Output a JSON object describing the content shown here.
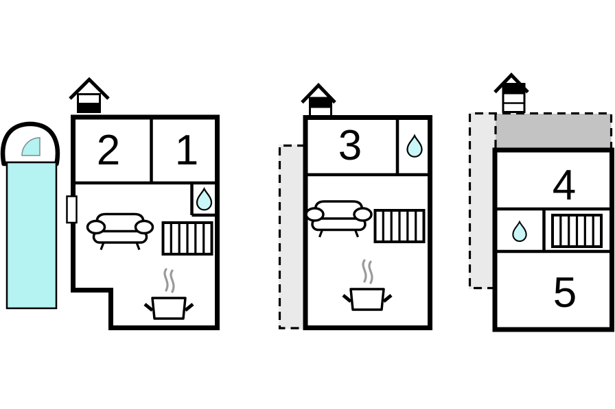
{
  "colors": {
    "background": "#ffffff",
    "wall": "#000000",
    "water": "#b5f2f2",
    "drop": "#c9f6f6",
    "terrace": "#eaeaea",
    "roof_strip": "#c3c3c3",
    "steam": "#9a9a9a"
  },
  "units": {
    "unit_a": {
      "room_2": "2",
      "room_1": "1"
    },
    "unit_b": {
      "room_3": "3"
    },
    "unit_c": {
      "room_4": "4",
      "room_5": "5"
    }
  },
  "icons": {
    "chimney": "chimney-icon",
    "water_drop": "water-drop-icon",
    "sofa": "sofa-icon",
    "stairs": "stairs-icon",
    "stove": "steaming-pot-icon",
    "pool": "pool-icon",
    "terrace": "terrace-dashed-area"
  }
}
